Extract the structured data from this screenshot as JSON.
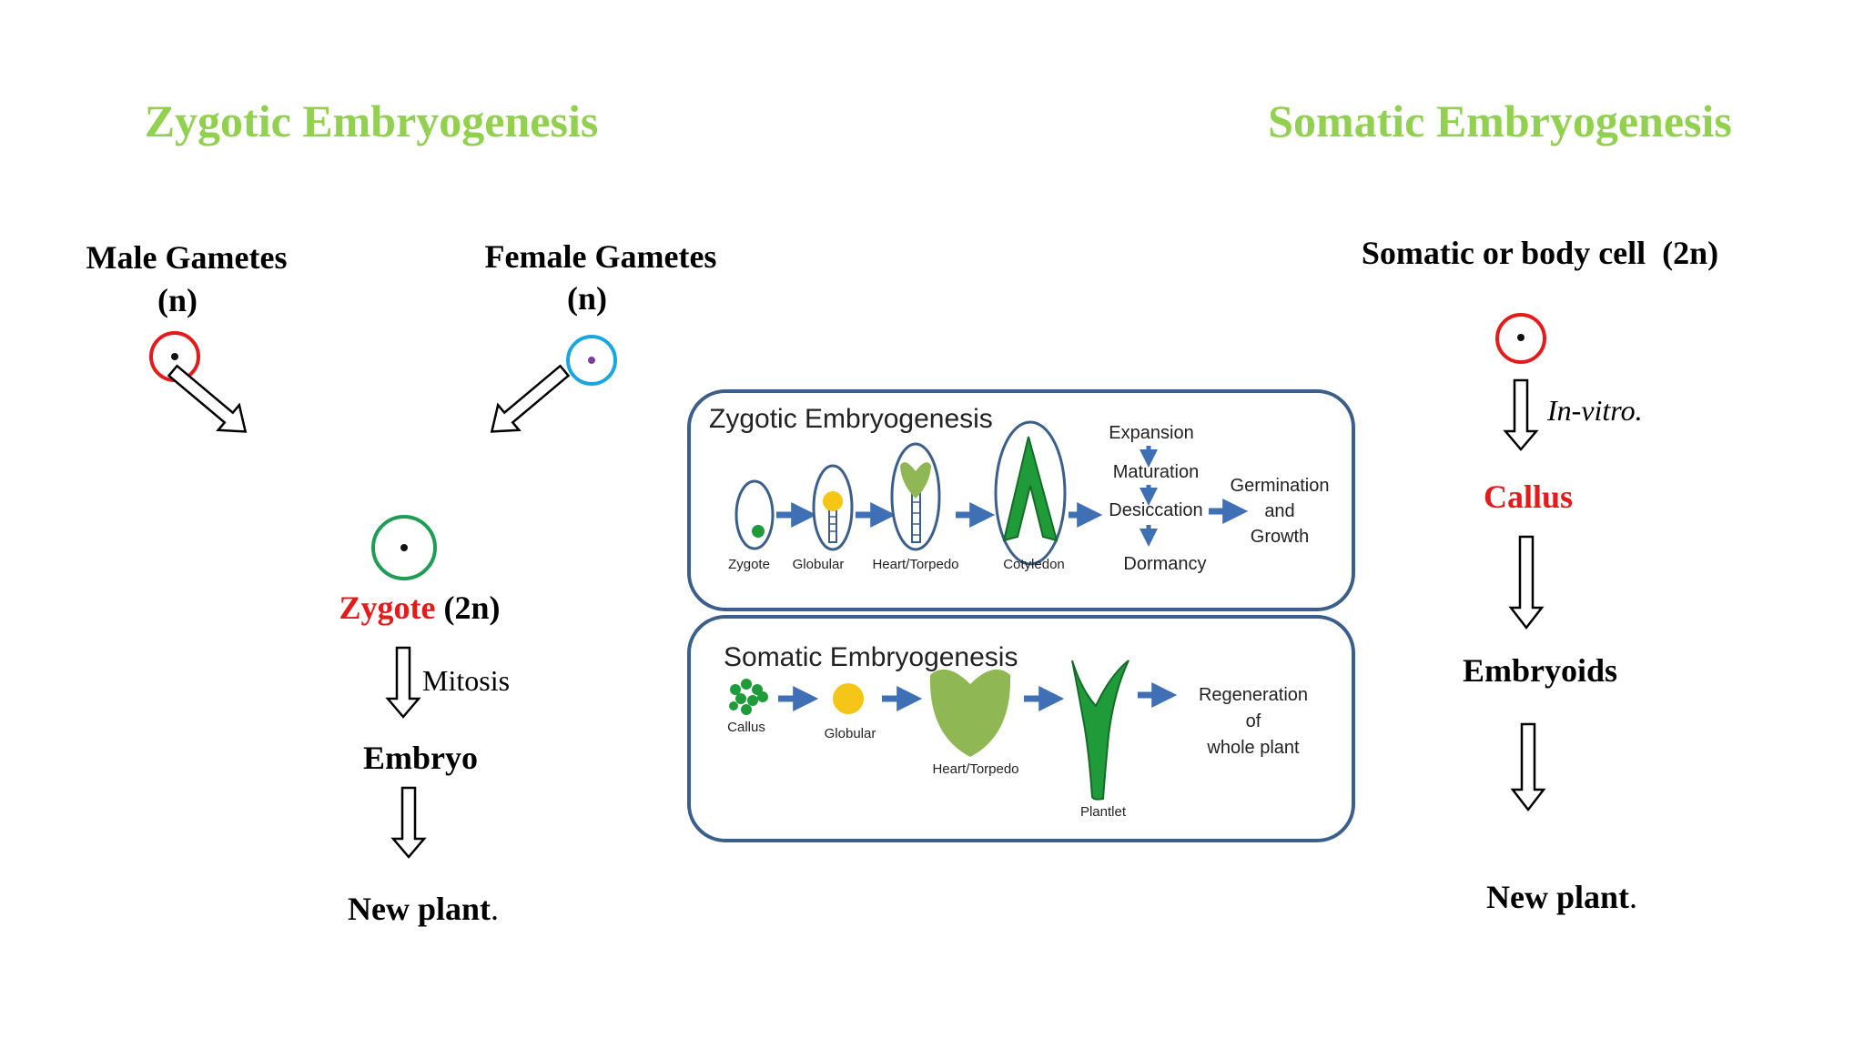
{
  "colors": {
    "title_green": "#92d050",
    "accent_red": "#e31b1b",
    "male_ring": "#e31b1b",
    "female_ring": "#1aa7e0",
    "zygote_ring": "#1f9d55",
    "somatic_ring": "#e31b1b",
    "panel_border": "#3b5f8a",
    "arrow_blue": "#3f6fb5",
    "dark_green": "#1f9b3a",
    "light_green": "#8fb854",
    "yellow": "#f5c518"
  },
  "left": {
    "title": "Zygotic Embryogenesis",
    "male_label": "Male Gametes",
    "male_ploidy": "(n)",
    "female_label": "Female Gametes",
    "female_ploidy": "(n)",
    "zygote_word": "Zygote",
    "zygote_ploidy": " (2n)",
    "mitosis": "Mitosis",
    "embryo": "Embryo",
    "new_plant": "New plant",
    "new_plant_period": "."
  },
  "right": {
    "title": "Somatic Embryogenesis",
    "cell_label": "Somatic or body cell  (2n)",
    "in_vitro": "In-vitro.",
    "callus": "Callus",
    "embryoids": "Embryoids",
    "new_plant": "New plant",
    "new_plant_period": "."
  },
  "figure": {
    "zygotic": {
      "title": "Zygotic Embryogenesis",
      "stages": [
        "Zygote",
        "Globular",
        "Heart/Torpedo",
        "Cotyledon"
      ],
      "maturation_steps": [
        "Expansion",
        "Maturation",
        "Desiccation",
        "Dormancy"
      ],
      "outcome": [
        "Germination",
        "and",
        "Growth"
      ]
    },
    "somatic": {
      "title": "Somatic Embryogenesis",
      "stages": [
        "Callus",
        "Globular",
        "Heart/Torpedo",
        "Plantlet"
      ],
      "outcome": [
        "Regeneration",
        "of",
        "whole plant"
      ]
    }
  }
}
